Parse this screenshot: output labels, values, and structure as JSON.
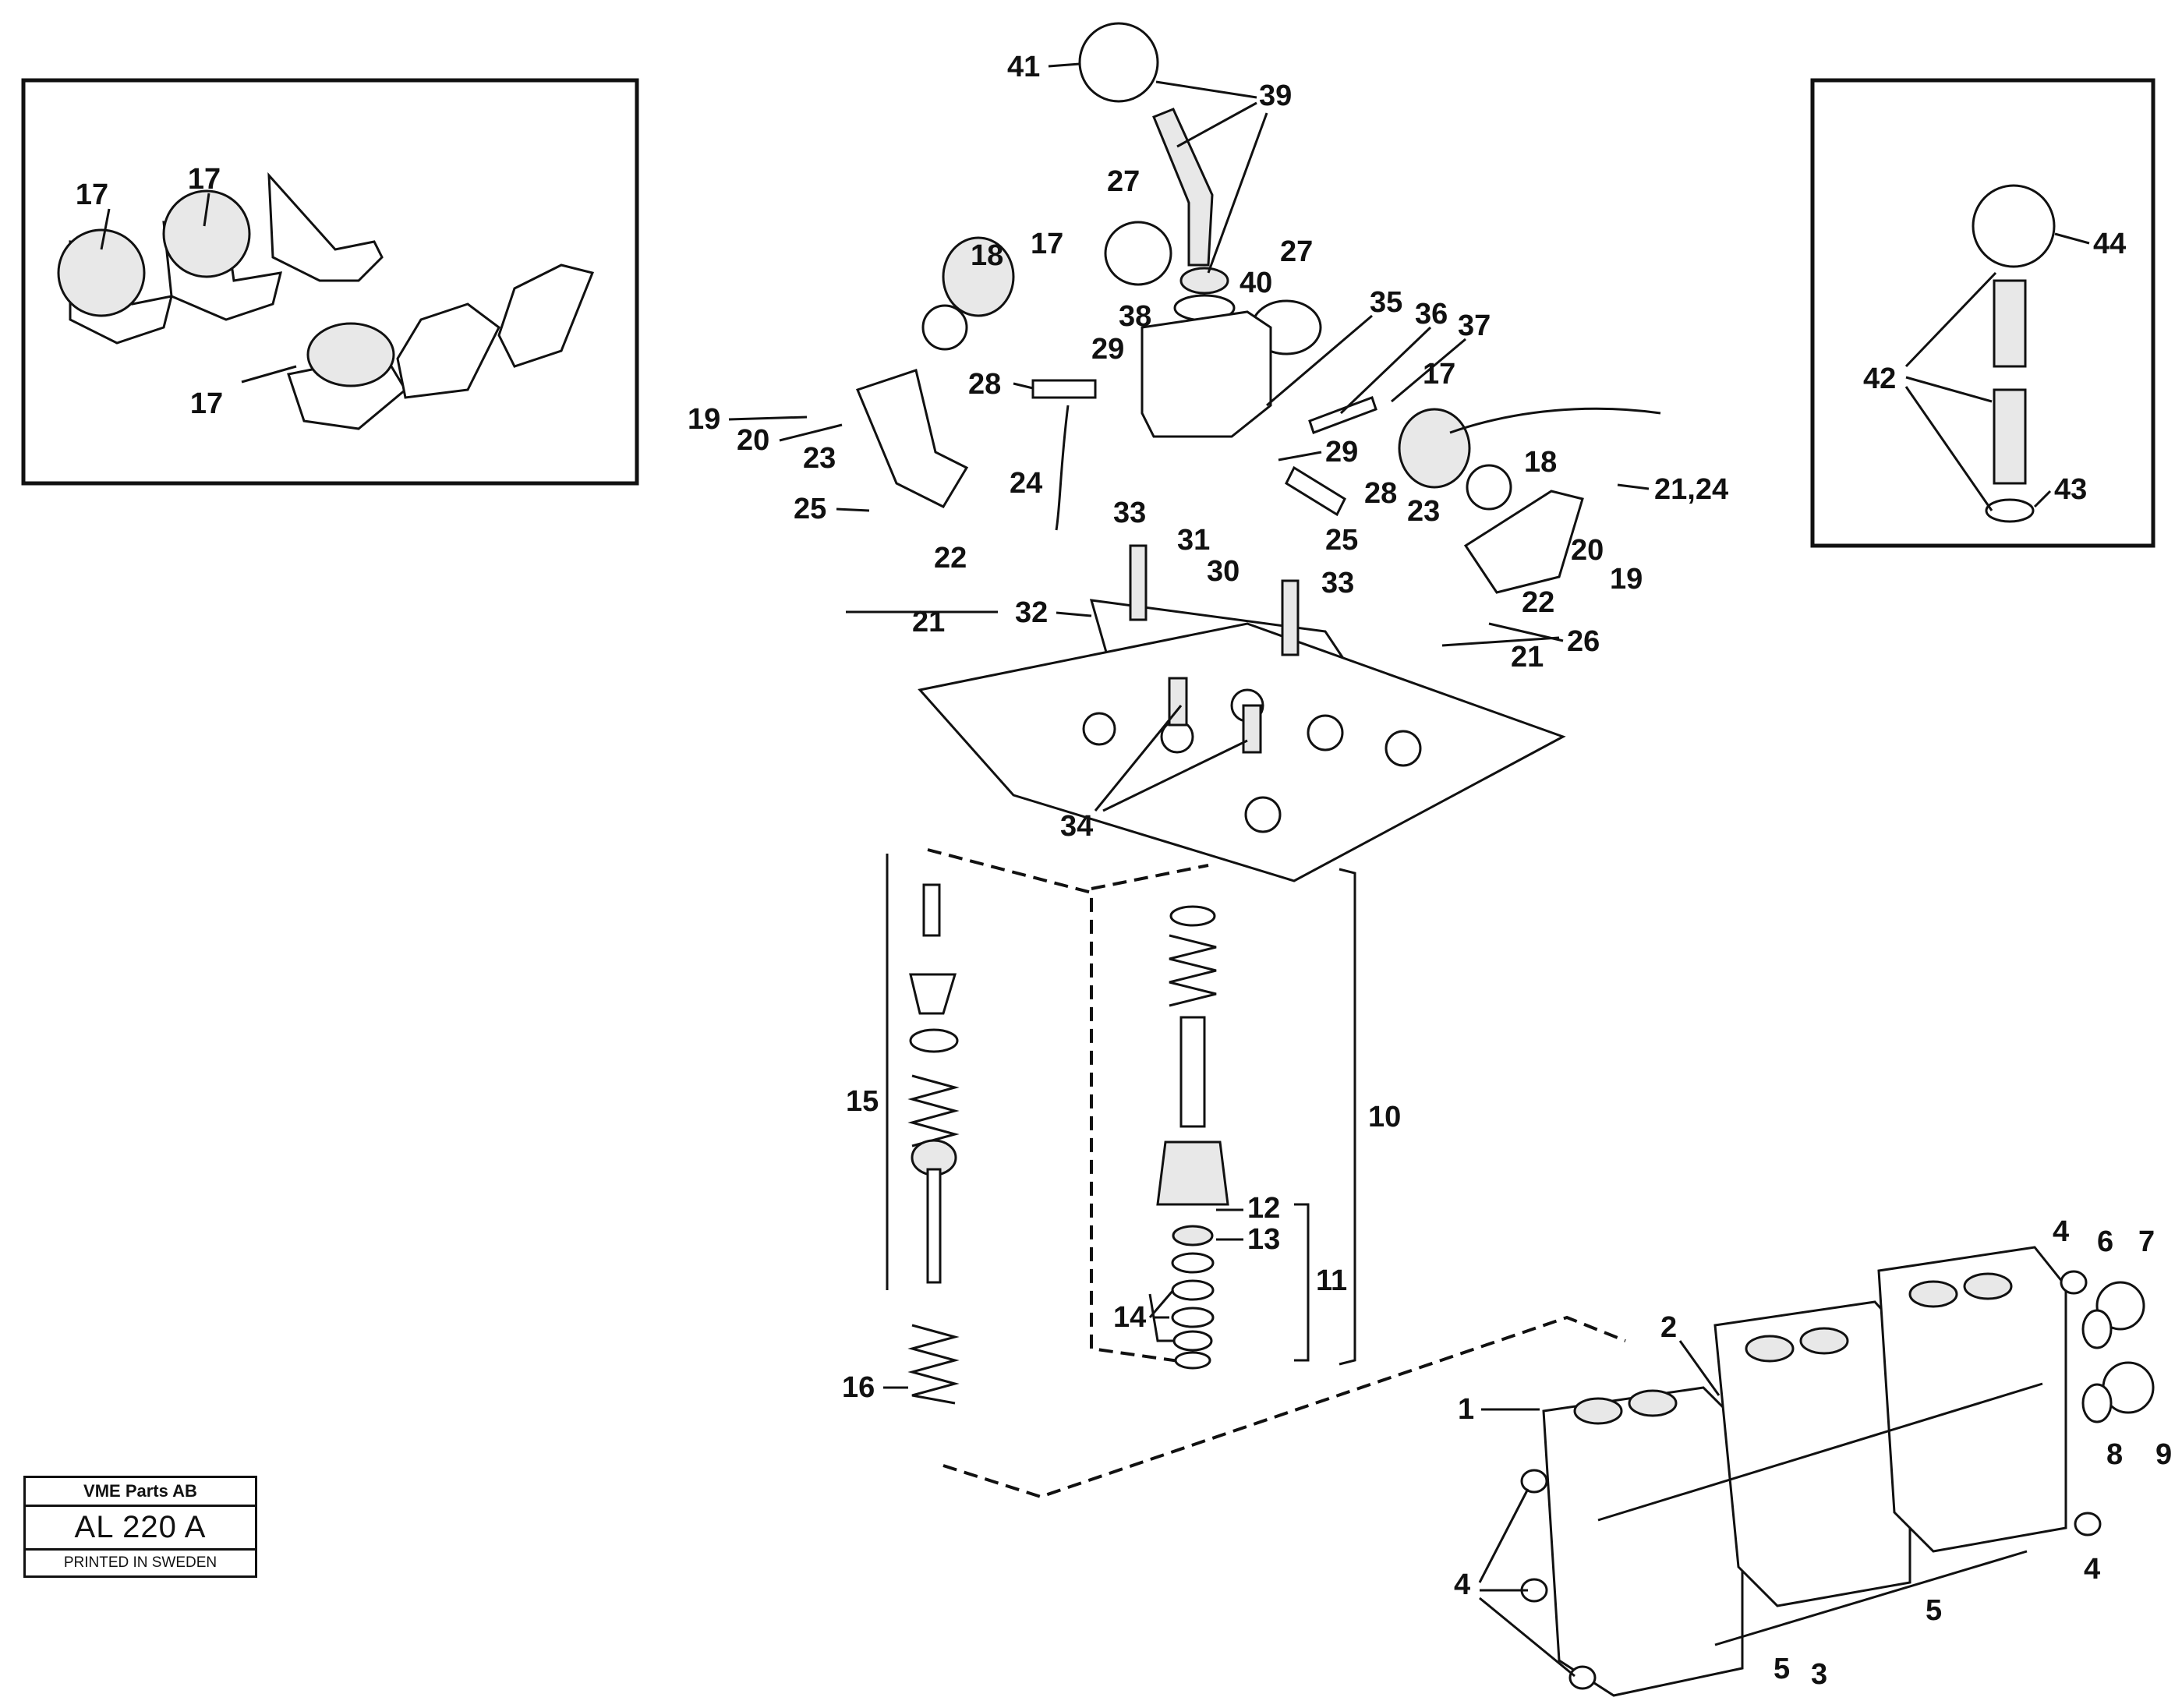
{
  "title_block": {
    "company": "VME Parts AB",
    "drawing_code": "AL 220 A",
    "printed": "PRINTED IN SWEDEN"
  },
  "callouts": {
    "c41": "41",
    "c39": "39",
    "c27a": "27",
    "c27b": "27",
    "c40": "40",
    "c38": "38",
    "c18a": "18",
    "c17a": "17",
    "c35": "35",
    "c36": "36",
    "c37": "37",
    "c29a": "29",
    "c28a": "28",
    "c19a": "19",
    "c20a": "20",
    "c23a": "23",
    "c24a": "24",
    "c25a": "25",
    "c22a": "22",
    "c21a": "21",
    "c17b": "17",
    "c29b": "29",
    "c28b": "28",
    "c18b": "18",
    "c2124": "21,24",
    "c33a": "33",
    "c31": "31",
    "c30": "30",
    "c23b": "23",
    "c25b": "25",
    "c20b": "20",
    "c19b": "19",
    "c33b": "33",
    "c32": "32",
    "c22b": "22",
    "c26": "26",
    "c21b": "21",
    "c34": "34",
    "c15": "15",
    "c10": "10",
    "c12": "12",
    "c13": "13",
    "c11": "11",
    "c14": "14",
    "c16": "16",
    "c4a": "4",
    "c6": "6",
    "c7": "7",
    "c2": "2",
    "c1": "1",
    "c8": "8",
    "c9": "9",
    "c4b": "4",
    "c4c": "4",
    "c5a": "5",
    "c5b": "5",
    "c3": "3",
    "i17a": "17",
    "i17b": "17",
    "i17c": "17",
    "c44": "44",
    "c42": "42",
    "c43": "43"
  }
}
